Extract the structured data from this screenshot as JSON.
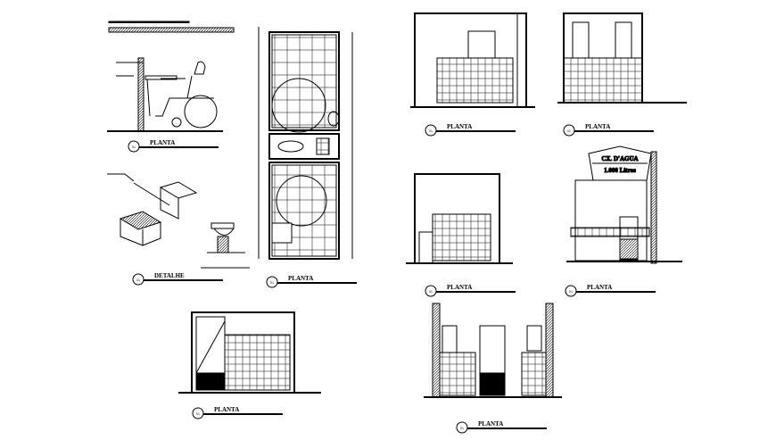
{
  "drawing": {
    "views": [
      {
        "id": "wheelchair-section",
        "title": "PLANTA",
        "number": "01"
      },
      {
        "id": "isometric-detail",
        "title": "DETALHE",
        "number": "01"
      },
      {
        "id": "bathroom-plan",
        "title": "PLANTA",
        "number": "01"
      },
      {
        "id": "elevation-a",
        "title": "PLANTA",
        "number": "01"
      },
      {
        "id": "elevation-b",
        "title": "PLANTA",
        "number": "01"
      },
      {
        "id": "elevation-c",
        "title": "PLANTA",
        "number": "01"
      },
      {
        "id": "elevation-water-tank",
        "title": "PLANTA",
        "number": "01"
      },
      {
        "id": "elevation-d",
        "title": "PLANTA",
        "number": "01"
      },
      {
        "id": "elevation-e",
        "title": "PLANTA",
        "number": "01"
      }
    ],
    "water_tank": {
      "line1": "CX. D'AGUA",
      "line2": "1.000 Litros"
    },
    "line_color": "#000000",
    "background": "#ffffff"
  }
}
